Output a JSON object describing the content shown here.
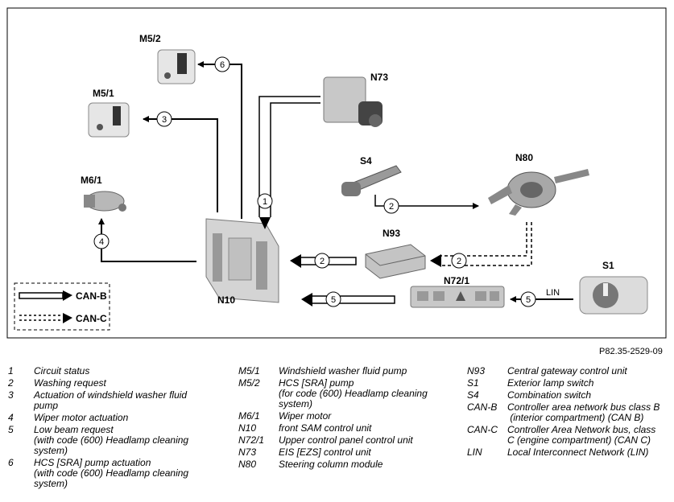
{
  "figure_ref": "P82.35-2529-09",
  "components": {
    "m5_2": "M5/2",
    "m5_1": "M5/1",
    "m6_1": "M6/1",
    "n73": "N73",
    "s4": "S4",
    "n80": "N80",
    "n93": "N93",
    "n10": "N10",
    "n72_1": "N72/1",
    "s1": "S1",
    "lin": "LIN"
  },
  "bus_legend": {
    "can_b": "CAN-B",
    "can_c": "CAN-C"
  },
  "arrow_numbers": {
    "a1": "1",
    "a2a": "2",
    "a2b": "2",
    "a2c": "2",
    "a3": "3",
    "a4": "4",
    "a5a": "5",
    "a5b": "5",
    "a6": "6"
  },
  "legend_col1": [
    {
      "key": "1",
      "value": "Circuit status"
    },
    {
      "key": "2",
      "value": "Washing request"
    },
    {
      "key": "3",
      "value": "Actuation of windshield washer fluid\npump"
    },
    {
      "key": "4",
      "value": "Wiper motor actuation"
    },
    {
      "key": "5",
      "value": "Low beam request\n(with code (600) Headlamp cleaning\nsystem)"
    },
    {
      "key": "6",
      "value": "HCS [SRA] pump actuation\n(with code (600) Headlamp cleaning\nsystem)"
    }
  ],
  "legend_col2": [
    {
      "key": "M5/1",
      "value": "Windshield washer fluid pump"
    },
    {
      "key": "M5/2",
      "value": "HCS [SRA] pump\n(for code (600) Headlamp cleaning\nsystem)"
    },
    {
      "key": "M6/1",
      "value": "Wiper motor"
    },
    {
      "key": "N10",
      "value": "front SAM control unit"
    },
    {
      "key": "N72/1",
      "value": "Upper control panel control unit"
    },
    {
      "key": "N73",
      "value": "EIS [EZS] control unit"
    },
    {
      "key": "N80",
      "value": "Steering column module"
    }
  ],
  "legend_col3": [
    {
      "key": "N93",
      "value": "Central gateway control unit"
    },
    {
      "key": "S1",
      "value": "Exterior lamp switch"
    },
    {
      "key": "S4",
      "value": "Combination switch"
    },
    {
      "key": "CAN-B",
      "value": "Controller area network bus class B\n (interior compartment) (CAN B)"
    },
    {
      "key": "CAN-C",
      "value": "Controller Area Network bus, class\nC (engine compartment) (CAN C)"
    },
    {
      "key": "LIN",
      "value": "Local Interconnect Network (LIN)"
    }
  ]
}
